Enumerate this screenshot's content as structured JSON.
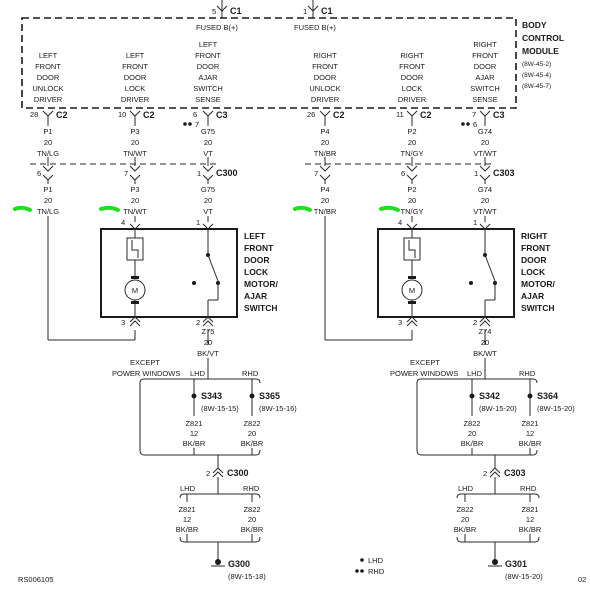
{
  "bcm": {
    "title": [
      "BODY",
      "CONTROL",
      "MODULE"
    ],
    "refs": [
      "(8W-45-2)",
      "(8W-45-4)",
      "(8W-45-7)"
    ],
    "fused_left": "FUSED B(+)",
    "fused_right": "FUSED B(+)",
    "c1_left_pin": "5",
    "c1_right_pin": "1",
    "c1_label": "C1",
    "columns": [
      [
        "LEFT",
        "FRONT",
        "DOOR",
        "UNLOCK",
        "DRIVER"
      ],
      [
        "LEFT",
        "FRONT",
        "DOOR",
        "LOCK",
        "DRIVER"
      ],
      [
        "LEFT",
        "FRONT",
        "DOOR",
        "AJAR",
        "SWITCH",
        "SENSE"
      ],
      [
        "RIGHT",
        "FRONT",
        "DOOR",
        "UNLOCK",
        "DRIVER"
      ],
      [
        "RIGHT",
        "FRONT",
        "DOOR",
        "LOCK",
        "DRIVER"
      ],
      [
        "RIGHT",
        "FRONT",
        "DOOR",
        "AJAR",
        "SWITCH",
        "SENSE"
      ]
    ]
  },
  "pins": [
    {
      "pin": "28",
      "conn": "C2"
    },
    {
      "pin": "10",
      "conn": "C2"
    },
    {
      "pin": "6",
      "pin2": "7",
      "conn": "C3"
    },
    {
      "pin": "26",
      "conn": "C2"
    },
    {
      "pin": "11",
      "conn": "C2"
    },
    {
      "pin": "7",
      "pin2": "6",
      "conn": "C3"
    }
  ],
  "wires_upper": [
    [
      "P1",
      "20",
      "TN/LG"
    ],
    [
      "P3",
      "20",
      "TN/WT"
    ],
    [
      "G75",
      "20",
      "VT"
    ],
    [
      "P4",
      "20",
      "TN/BR"
    ],
    [
      "P2",
      "20",
      "TN/GY"
    ],
    [
      "G74",
      "20",
      "VT/WT"
    ]
  ],
  "inline_left": {
    "pins": [
      "6",
      "7",
      "1"
    ],
    "label": "C300"
  },
  "inline_right": {
    "pins": [
      "7",
      "6",
      "1"
    ],
    "label": "C303"
  },
  "wires_lower": [
    [
      "P1",
      "20",
      "TN/LG"
    ],
    [
      "P3",
      "20",
      "TN/WT"
    ],
    [
      "G75",
      "20",
      "VT"
    ],
    [
      "P4",
      "20",
      "TN/BR"
    ],
    [
      "P2",
      "20",
      "TN/GY"
    ],
    [
      "G74",
      "20",
      "VT/WT"
    ]
  ],
  "motor_left": {
    "pin_top_1": "4",
    "pin_top_2": "1",
    "pin_bot_1": "3",
    "pin_bot_2": "2",
    "motor_symbol": "M",
    "label": [
      "LEFT",
      "FRONT",
      "DOOR",
      "LOCK",
      "MOTOR/",
      "AJAR",
      "SWITCH"
    ],
    "ground_wire": [
      "Z75",
      "20",
      "BK/VT"
    ]
  },
  "motor_right": {
    "pin_top_1": "4",
    "pin_top_2": "1",
    "pin_bot_1": "3",
    "pin_bot_2": "2",
    "motor_symbol": "M",
    "label": [
      "RIGHT",
      "FRONT",
      "DOOR",
      "LOCK",
      "MOTOR/",
      "AJAR",
      "SWITCH"
    ],
    "ground_wire": [
      "Z74",
      "20",
      "BK/WT"
    ]
  },
  "ground_left": {
    "except": "EXCEPT POWER WINDOWS",
    "lhd": "LHD",
    "rhd": "RHD",
    "splice_a": "S343",
    "splice_a_ref": "(8W-15-15)",
    "splice_b": "S365",
    "splice_b_ref": "(8W-15-16)",
    "wire_a": [
      "Z821",
      "12",
      "BK/BR"
    ],
    "wire_b": [
      "Z822",
      "20",
      "BK/BR"
    ],
    "conn_pin": "2",
    "conn": "C300",
    "lhd2": "LHD",
    "rhd2": "RHD",
    "wire_c": [
      "Z821",
      "12",
      "BK/BR"
    ],
    "wire_d": [
      "Z822",
      "20",
      "BK/BR"
    ],
    "ground": "G300",
    "ground_ref": "(8W-15-18)"
  },
  "ground_right": {
    "except": "EXCEPT POWER WINDOWS",
    "lhd": "LHD",
    "rhd": "RHD",
    "splice_a": "S342",
    "splice_a_ref": "(8W-15-20)",
    "splice_b": "S364",
    "splice_b_ref": "(8W-15-20)",
    "wire_a": [
      "Z822",
      "20",
      "BK/BR"
    ],
    "wire_b": [
      "Z821",
      "12",
      "BK/BR"
    ],
    "conn_pin": "2",
    "conn": "C303",
    "lhd2": "LHD",
    "rhd2": "RHD",
    "wire_c": [
      "Z822",
      "20",
      "BK/BR"
    ],
    "wire_d": [
      "Z821",
      "12",
      "BK/BR"
    ],
    "ground": "G301",
    "ground_ref": "(8W-15-20)"
  },
  "legend": {
    "lhd": "LHD",
    "rhd": "RHD"
  },
  "footer": {
    "code": "RS006105",
    "page_tail": "02"
  },
  "colors": {
    "highlight": "#22dd22",
    "line": "#1a1a1a"
  }
}
